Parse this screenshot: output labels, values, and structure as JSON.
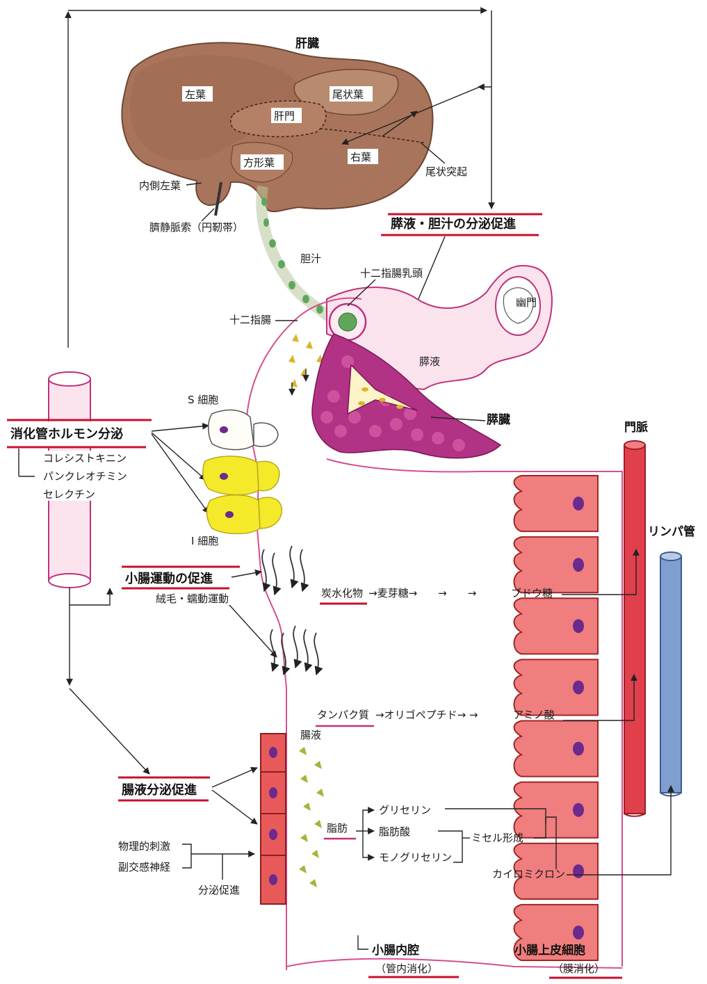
{
  "colors": {
    "liver": "#a8755c",
    "liver_dark": "#6e4632",
    "pancreas": "#b23286",
    "wall": "#d44f8e",
    "portal_vein": "#e0404b",
    "lymph": "#7f9fd0",
    "epithelium": "#f07e7e",
    "nucleus": "#6b2a8c",
    "yellow_cell": "#f4ea2a",
    "bile": "#5fa65a",
    "juice": "#a6b43a",
    "underline": "#c8102e"
  },
  "liver": {
    "title": "肝臓",
    "left_lobe": "左葉",
    "caudate_lobe": "尾状葉",
    "hilum": "肝門",
    "right_lobe": "右葉",
    "quadrate_lobe": "方形葉",
    "medial_left": "内側左葉",
    "caudate_process": "尾状突起",
    "ligament": "臍静脈索（円靭帯）"
  },
  "secretion_promo": "膵液・胆汁の分泌促進",
  "bile": "胆汁",
  "duodenal_papilla": "十二指腸乳頭",
  "duodenum": "十二指腸",
  "pylorus": "幽門",
  "pancreatic_juice": "膵液",
  "pancreas": "膵臓",
  "portal_vein": "門脈",
  "lymph_duct": "リンパ管",
  "s_cell": "S 細胞",
  "i_cell": "I 細胞",
  "hormone": {
    "title": "消化管ホルモン分泌",
    "items": [
      "コレシストキニン",
      "パンクレオチミン",
      "セレクチン"
    ]
  },
  "motility": {
    "title": "小腸運動の促進",
    "sub": "絨毛・蠕動運動"
  },
  "carb": {
    "source": "炭水化物",
    "mid": "→麦芽糖→　　→　　→",
    "product": "ブドウ糖"
  },
  "protein": {
    "source": "タンパク質",
    "mid": "→オリゴペプチド→ →",
    "product": "アミノ酸"
  },
  "intestinal_juice": "腸液",
  "intestinal_secretion": "腸液分泌促進",
  "fat": {
    "source": "脂肪",
    "items": [
      "グリセリン",
      "脂肪酸",
      "モノグリセリン"
    ],
    "micelle": "ミセル形成",
    "chylomicron": "カイロミクロン"
  },
  "stimuli": [
    "物理的刺激",
    "副交感神経"
  ],
  "secretion": "分泌促進",
  "lumen": {
    "title": "小腸内腔",
    "sub": "（管内消化）"
  },
  "epithelium": {
    "title": "小腸上皮細胞",
    "sub": "（膜消化）"
  }
}
